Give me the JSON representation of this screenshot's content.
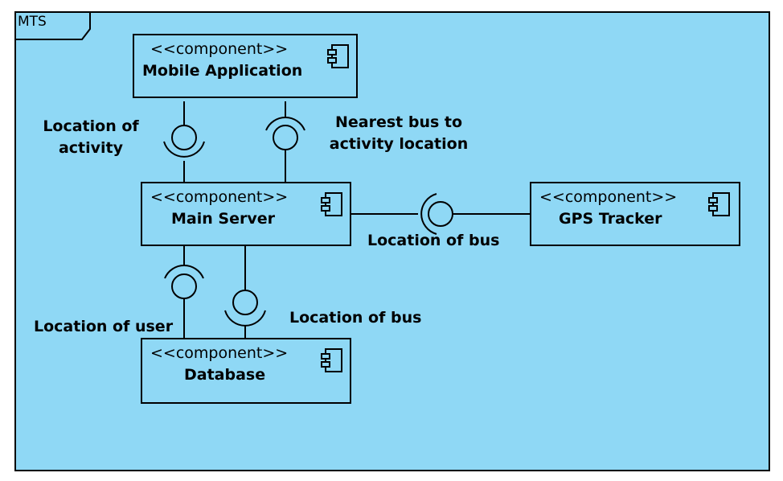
{
  "frame": {
    "label": "MTS"
  },
  "stereotype": "<<component>>",
  "components": {
    "mobile_app": "Mobile Application",
    "main_server": "Main Server",
    "gps_tracker": "GPS Tracker",
    "database": "Database"
  },
  "interfaces": {
    "location_of_activity": [
      "Location of",
      "activity"
    ],
    "nearest_bus": [
      "Nearest bus to",
      "activity location"
    ],
    "location_of_bus_gps": "Location of bus",
    "location_of_user": "Location of user",
    "location_of_bus_db": "Location of bus"
  },
  "colors": {
    "background": "#8fd8f5",
    "line": "#000000"
  },
  "icons": {
    "component": "component-icon"
  }
}
